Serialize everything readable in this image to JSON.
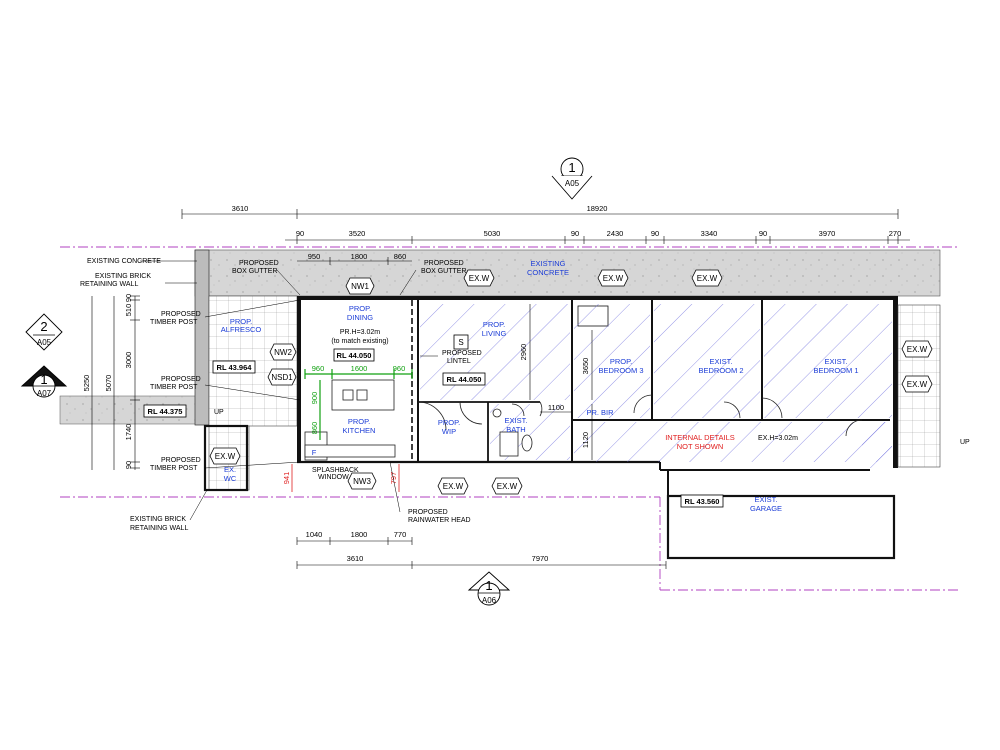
{
  "section_markers": {
    "top": {
      "number": "1",
      "ref": "A05"
    },
    "bottom": {
      "number": "1",
      "ref": "A06"
    },
    "left_a": {
      "number": "2",
      "ref": "A05"
    },
    "left_b": {
      "number": "1",
      "ref": "A07"
    }
  },
  "dimensions": {
    "top_overall": [
      "3610",
      "18920"
    ],
    "top_chain": [
      "90",
      "3520",
      "5030",
      "90",
      "2430",
      "90",
      "3340",
      "90",
      "3970",
      "270"
    ],
    "dining_chain": [
      "950",
      "1800",
      "860"
    ],
    "left_chain": [
      "90",
      "510",
      "3000",
      "1740",
      "90"
    ],
    "left_overall": [
      "5250",
      "5070"
    ],
    "bottom_chain": [
      "1040",
      "1800",
      "770"
    ],
    "bottom_overall": [
      "3610",
      "7970"
    ],
    "living_height": "2960",
    "bed3_height": "3650",
    "bath_height": "1120",
    "bir_width": "1100",
    "kitchen": [
      "960",
      "1600",
      "960",
      "900",
      "860"
    ],
    "red": [
      "941",
      "797"
    ]
  },
  "callouts": {
    "existing_concrete": "EXISTING CONCRETE",
    "existing_brick_retaining_wall_top": [
      "EXISTING BRICK",
      "RETAINING WALL"
    ],
    "proposed_timber_post_1": [
      "PROPOSED",
      "TIMBER POST"
    ],
    "proposed_timber_post_2": [
      "PROPOSED",
      "TIMBER POST"
    ],
    "proposed_timber_post_3": [
      "PROPOSED",
      "TIMBER POST"
    ],
    "existing_brick_retaining_wall_bottom": [
      "EXISTING BRICK",
      "RETAINING WALL"
    ],
    "proposed_box_gutter_1": [
      "PROPOSED",
      "BOX GUTTER"
    ],
    "proposed_box_gutter_2": [
      "PROPOSED",
      "BOX GUTTER"
    ],
    "proposed_lintel": [
      "PROPOSED",
      "LINTEL"
    ],
    "splashback_window": [
      "SPLASHBACK",
      "WINDOW"
    ],
    "proposed_rainwater_head": [
      "PROPOSED",
      "RAINWATER HEAD"
    ],
    "up": "UP"
  },
  "rooms": {
    "alfresco": [
      "PROP.",
      "ALFRESCO"
    ],
    "dining": [
      "PROP.",
      "DINING"
    ],
    "kitchen": [
      "PROP.",
      "KITCHEN"
    ],
    "living": [
      "PROP.",
      "LIVING"
    ],
    "wip": [
      "PROP.",
      "WIP"
    ],
    "bath": [
      "EXIST.",
      "BATH"
    ],
    "bedroom3": [
      "PROP.",
      "BEDROOM 3"
    ],
    "bedroom2": [
      "EXIST.",
      "BEDROOM 2"
    ],
    "bedroom1": [
      "EXIST.",
      "BEDROOM 1"
    ],
    "bir": "PR. BIR",
    "wc": [
      "EX.",
      "WC"
    ],
    "garage": [
      "EXIST.",
      "GARAGE"
    ],
    "concrete": [
      "EXISTING",
      "CONCRETE"
    ]
  },
  "notes": {
    "ceiling_prop": "PR.H=3.02m",
    "ceiling_match": "(to match existing)",
    "ceiling_exist": "EX.H=3.02m",
    "internal": [
      "INTERNAL DETAILS",
      "NOT SHOWN"
    ],
    "fridge": "F",
    "stair": "S"
  },
  "levels": [
    "RL 43.964",
    "RL 44.050",
    "RL 44.050",
    "RL 44.375",
    "RL 43.560"
  ],
  "windows": {
    "nw1": "NW1",
    "nw2": "NW2",
    "nw3": "NW3",
    "nsd1": "NSD1",
    "exw": "EX.W"
  },
  "colors": {
    "linework": "#000000",
    "room_text": "#1a3bd6",
    "red_dim": "#e02020",
    "green_dim": "#10a010",
    "hatch": "#5a5ad8",
    "concrete": "#d4d4d4",
    "boundary": "#b040c0"
  }
}
